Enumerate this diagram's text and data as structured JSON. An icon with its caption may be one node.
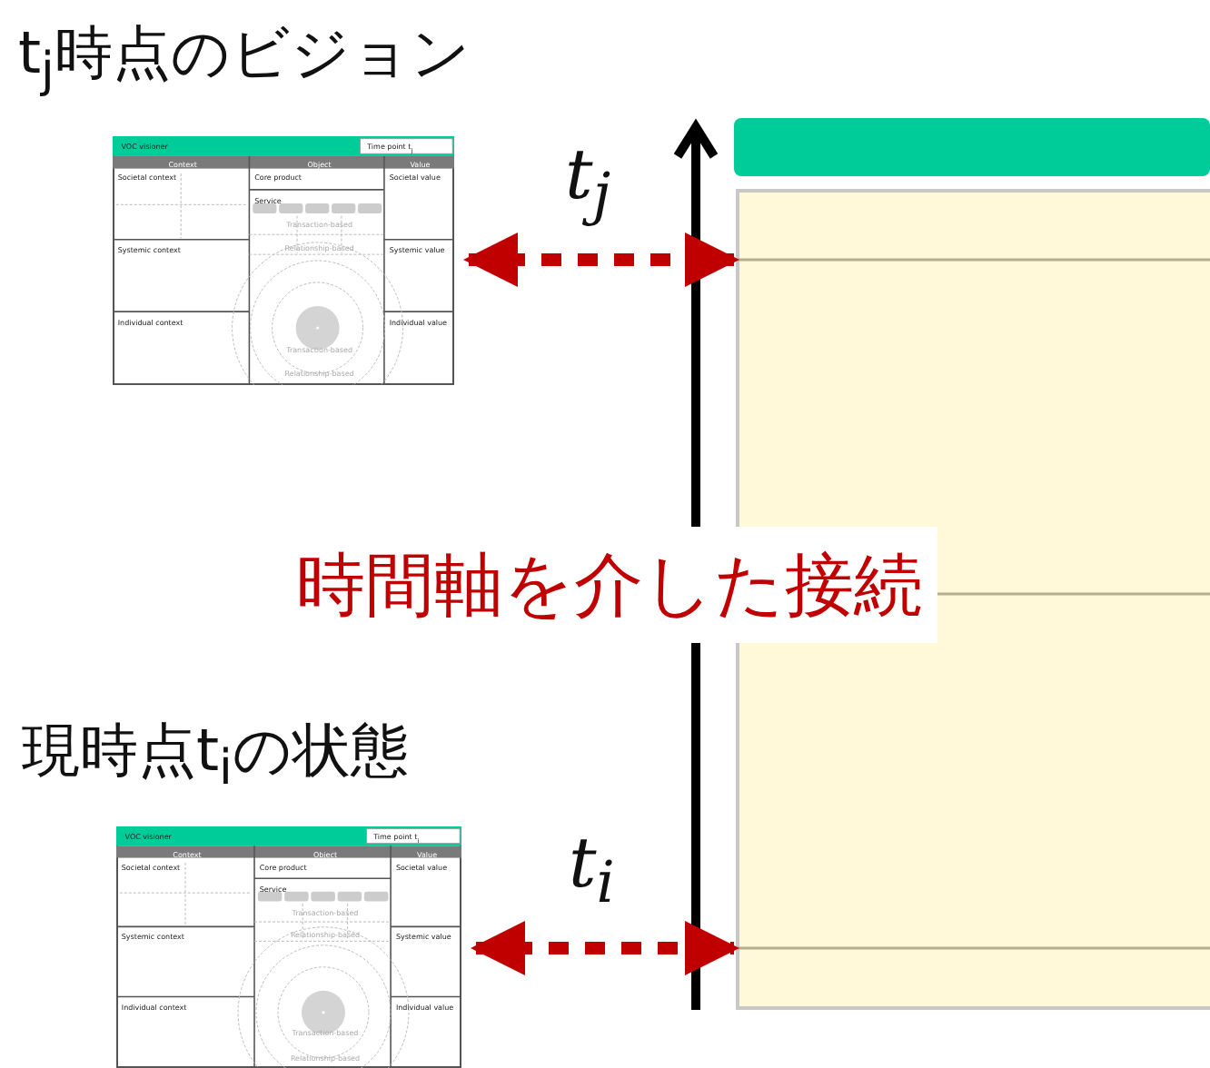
{
  "diagram": {
    "nodes": [
      {
        "text": [
          "t$_{j}$時点のビジョン",
          "VOC visioner",
          "Time point t$_{j}$",
          "Context",
          "Object",
          "Value",
          "Societal context",
          "Core product",
          "Societal value",
          "Service",
          "Transaction-based",
          "Systemic context",
          "Relationship-based",
          "Systemic value",
          "Individual context",
          "Individual value",
          "Transaction-based",
          "Relationship-based"
        ]
      },
      {
        "text": [
          "現時点t$_{i}$の状態",
          "VOC visioner",
          "Time point t$_{i}$",
          "Context",
          "Object",
          "Value",
          "Societal context",
          "Core product",
          "Societal value",
          "Service",
          "Transaction-based",
          "Systemic context",
          "Relationship-based",
          "Systemic value",
          "Individual context",
          "Individual value",
          "Transaction-based",
          "Relationship-based"
        ]
      },
      {
        "text": [],
        "shape": "box"
      }
    ],
    "edges": [
      {
        "from": 0,
        "to": 2,
        "arrow": "both",
        "label": "t$_{j}$",
        "style": "dashed",
        "color": "#c00000"
      },
      {
        "from": 1,
        "to": 2,
        "arrow": "both",
        "label": "t$_{i}$",
        "style": "dashed",
        "color": "#c00000"
      }
    ],
    "labels": [
      "時間軸を介した接続"
    ]
  }
}
